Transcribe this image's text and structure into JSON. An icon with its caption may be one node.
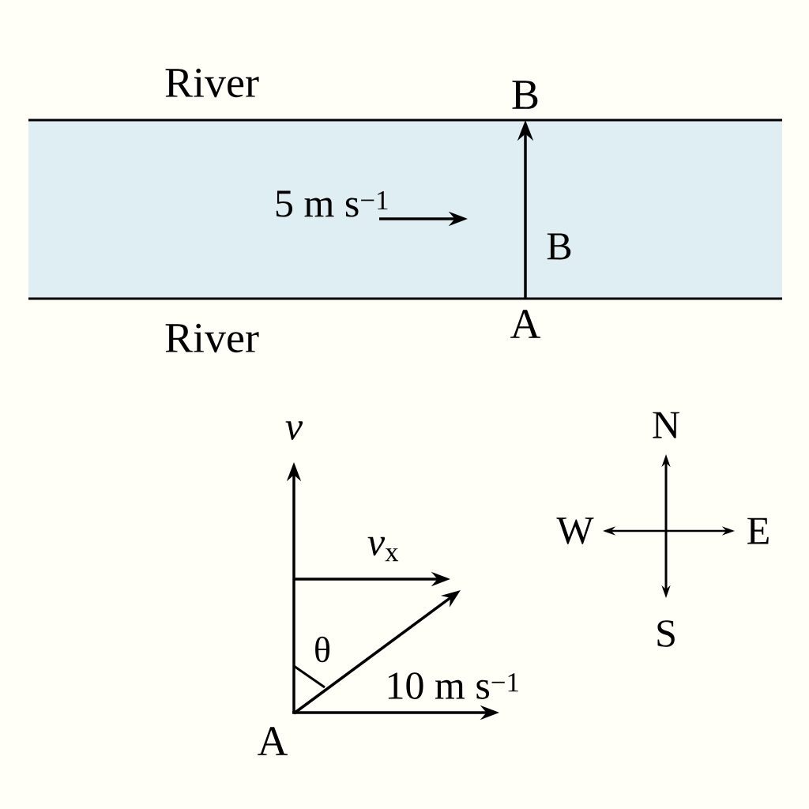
{
  "diagram": {
    "nodes": [
      {
        "text": [
          "B"
        ]
      },
      {
        "text": [
          "A"
        ]
      }
    ],
    "edges": [
      {
        "from": 1,
        "to": 0,
        "arrow": "to"
      }
    ],
    "labels": [
      "River",
      "5 m s$^{−1}$",
      "B",
      "River",
      "v",
      "N",
      "W",
      "*v*$_{x}$",
      "E",
      "θ",
      "10 m s$^{−1}$",
      "S",
      "A"
    ]
  }
}
